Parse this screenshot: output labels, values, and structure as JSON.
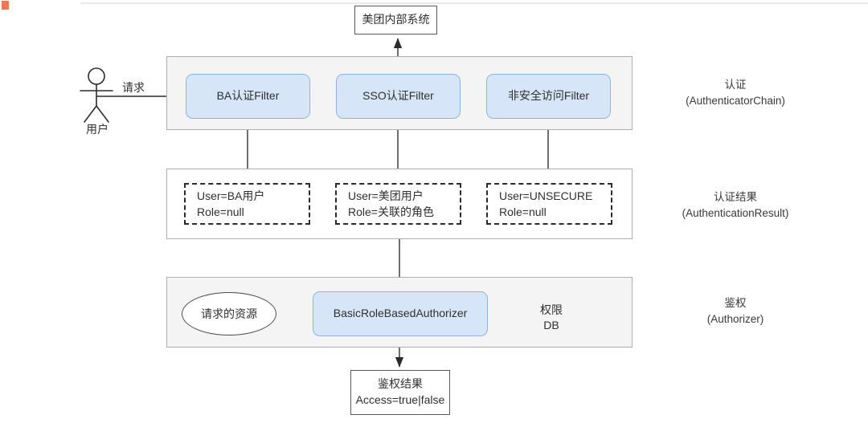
{
  "diagram": {
    "title_system_box": "美团内部系统",
    "actor": {
      "icon": "stick-figure-actor-icon",
      "label": "用户"
    },
    "edges": {
      "request_label": "请求"
    },
    "sections": [
      {
        "id": "authentication",
        "label_cn": "认证",
        "label_en": "(AuthenticatorChain)"
      },
      {
        "id": "authentication-result",
        "label_cn": "认证结果",
        "label_en": "(AuthenticationResult)"
      },
      {
        "id": "authorization",
        "label_cn": "鉴权",
        "label_en": "(Authorizer)"
      }
    ],
    "filters": [
      {
        "id": "ba-filter",
        "label": "BA认证Filter"
      },
      {
        "id": "sso-filter",
        "label": "SSO认证Filter"
      },
      {
        "id": "unsecure-filter",
        "label": "非安全访问Filter"
      }
    ],
    "results": [
      {
        "id": "ba-result",
        "user": "User=BA用户",
        "role": "Role=null"
      },
      {
        "id": "sso-result",
        "user": "User=美团用户",
        "role": "Role=关联的角色"
      },
      {
        "id": "unsecure-result",
        "user": "User=UNSECURE",
        "role": "Role=null"
      }
    ],
    "authorization": {
      "resource_node": "请求的资源",
      "authorizer_node": "BasicRoleBasedAuthorizer",
      "db_node_line1": "权限",
      "db_node_line2": "DB"
    },
    "final_result": {
      "line1": "鉴权结果",
      "line2": "Access=true|false"
    }
  },
  "colors": {
    "blue_fill": "#d6e5f7",
    "blue_stroke": "#8fb4e0",
    "band_fill": "#f4f4f4",
    "band_stroke": "#aeaeae",
    "line": "#4a4a4a",
    "marker_orange": "#f4764b"
  }
}
